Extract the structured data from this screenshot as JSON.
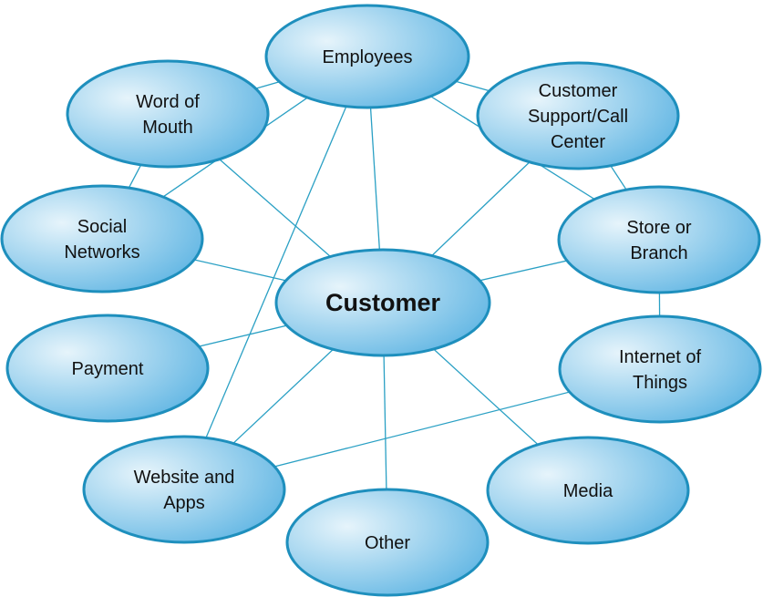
{
  "center": {
    "id": "customer",
    "label": "Customer"
  },
  "nodes": [
    {
      "id": "employees",
      "lines": [
        "Employees"
      ]
    },
    {
      "id": "word-of-mouth",
      "lines": [
        "Word of",
        "Mouth"
      ]
    },
    {
      "id": "customer-support",
      "lines": [
        "Customer",
        "Support/Call",
        "Center"
      ]
    },
    {
      "id": "social-networks",
      "lines": [
        "Social",
        "Networks"
      ]
    },
    {
      "id": "store-or-branch",
      "lines": [
        "Store or",
        "Branch"
      ]
    },
    {
      "id": "payment",
      "lines": [
        "Payment"
      ]
    },
    {
      "id": "internet-of-things",
      "lines": [
        "Internet of",
        "Things"
      ]
    },
    {
      "id": "website-and-apps",
      "lines": [
        "Website and",
        "Apps"
      ]
    },
    {
      "id": "media",
      "lines": [
        "Media"
      ]
    },
    {
      "id": "other",
      "lines": [
        "Other"
      ]
    }
  ],
  "edges": [
    [
      "employees",
      "word-of-mouth"
    ],
    [
      "employees",
      "customer-support"
    ],
    [
      "employees",
      "social-networks"
    ],
    [
      "employees",
      "website-and-apps"
    ],
    [
      "employees",
      "customer"
    ],
    [
      "employees",
      "store-or-branch"
    ],
    [
      "word-of-mouth",
      "social-networks"
    ],
    [
      "word-of-mouth",
      "customer"
    ],
    [
      "customer-support",
      "store-or-branch"
    ],
    [
      "customer-support",
      "customer"
    ],
    [
      "social-networks",
      "customer"
    ],
    [
      "store-or-branch",
      "customer"
    ],
    [
      "store-or-branch",
      "internet-of-things"
    ],
    [
      "payment",
      "customer"
    ],
    [
      "website-and-apps",
      "customer"
    ],
    [
      "website-and-apps",
      "internet-of-things"
    ],
    [
      "media",
      "customer"
    ],
    [
      "other",
      "customer"
    ]
  ],
  "colors": {
    "fill_light": "#e6f4fb",
    "fill_dark": "#5fb5e3",
    "stroke": "#1e8fbd",
    "edge": "#2aa0c4",
    "text": "#111111"
  }
}
